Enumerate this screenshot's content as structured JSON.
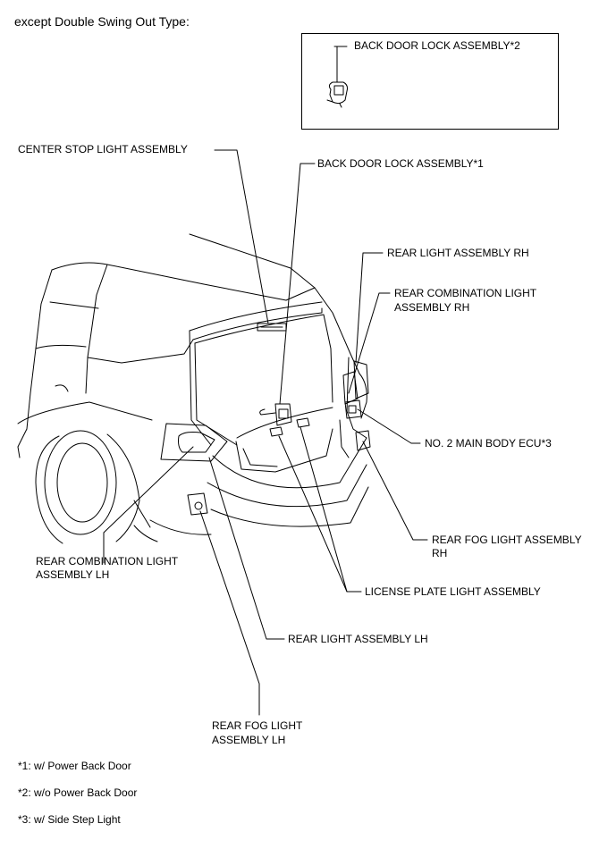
{
  "title": "except Double Swing Out Type:",
  "labels": {
    "back_door_lock_2": "BACK DOOR LOCK ASSEMBLY*2",
    "center_stop_light": "CENTER STOP LIGHT ASSEMBLY",
    "back_door_lock_1": "BACK DOOR LOCK ASSEMBLY*1",
    "rear_light_rh": "REAR LIGHT ASSEMBLY RH",
    "rear_combination_rh_1": "REAR COMBINATION LIGHT",
    "rear_combination_rh_2": "ASSEMBLY RH",
    "main_body_ecu": "NO. 2 MAIN BODY ECU*3",
    "rear_fog_rh_1": "REAR FOG LIGHT ASSEMBLY",
    "rear_fog_rh_2": "RH",
    "license_plate": "LICENSE PLATE LIGHT ASSEMBLY",
    "rear_light_lh": "REAR LIGHT ASSEMBLY LH",
    "rear_combination_lh_1": "REAR COMBINATION LIGHT",
    "rear_combination_lh_2": "ASSEMBLY LH",
    "rear_fog_lh_1": "REAR FOG LIGHT",
    "rear_fog_lh_2": "ASSEMBLY LH"
  },
  "notes": [
    "*1: w/ Power Back Door",
    "*2: w/o Power Back Door",
    "*3: w/ Side Step Light"
  ]
}
